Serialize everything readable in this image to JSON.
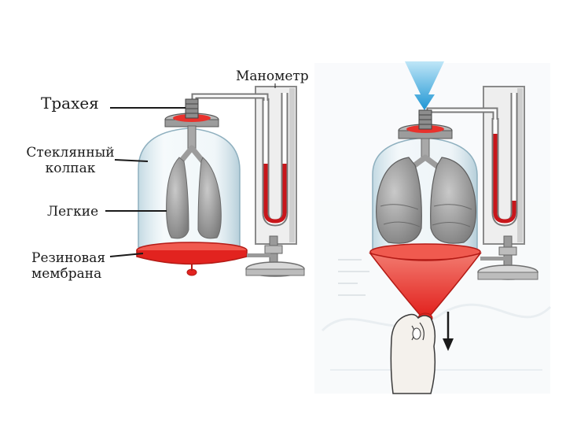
{
  "labels": {
    "trachea": "Трахея",
    "bell_line1": "Стеклянный",
    "bell_line2": "колпак",
    "lungs": "Легкие",
    "membrane_line1": "Резиновая",
    "membrane_line2": "мембрана",
    "manometer": "Манометр"
  },
  "colors": {
    "membrane": "#e8312c",
    "liquid": "#c8161b",
    "glass": "#cfe0e8",
    "lung": "#9a9a9a",
    "arrow": "#3aaee0"
  }
}
